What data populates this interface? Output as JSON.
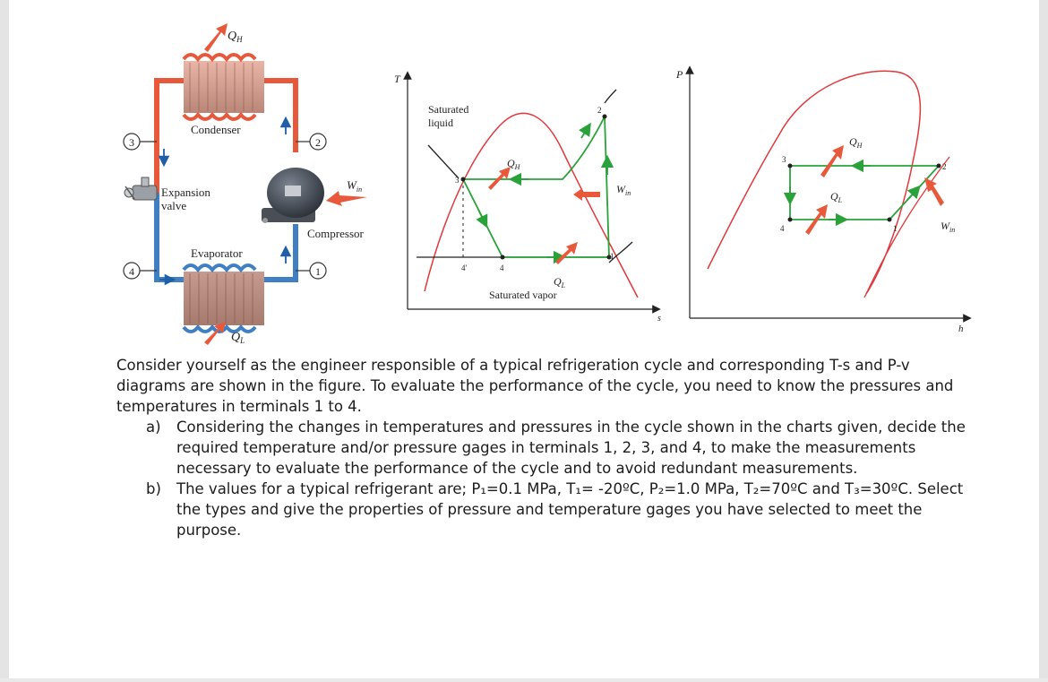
{
  "figure": {
    "cycle": {
      "qh": "Q",
      "qh_sub": "H",
      "ql": "Q",
      "ql_sub": "L",
      "win": "W",
      "win_sub": "in",
      "condenser": "Condenser",
      "expansion_line1": "Expansion",
      "expansion_line2": "valve",
      "evaporator": "Evaporator",
      "compressor": "Compressor",
      "state_1": "1",
      "state_2": "2",
      "state_3": "3",
      "state_4": "4",
      "colors": {
        "hot_pipe": "#e8593c",
        "cold_pipe": "#3f7fc2",
        "arrow": "#e8593c",
        "state_arrow": "#1f5fa8"
      }
    },
    "ts_diagram": {
      "y_axis": "T",
      "x_axis": "s",
      "sat_liquid_line1": "Saturated",
      "sat_liquid_line2": "liquid",
      "sat_vapor": "Saturated vapor",
      "qh": "Q",
      "qh_sub": "H",
      "ql": "Q",
      "ql_sub": "L",
      "win": "W",
      "win_sub": "in",
      "label_1": "1",
      "label_2": "2",
      "label_3": "3",
      "label_4": "4",
      "label_4p": "4'",
      "colors": {
        "dome": "#e0383c",
        "cycle": "#2aa23a",
        "arrow": "#e8593c"
      }
    },
    "ph_diagram": {
      "y_axis": "P",
      "x_axis": "h",
      "qh": "Q",
      "qh_sub": "H",
      "ql": "Q",
      "ql_sub": "L",
      "win": "W",
      "win_sub": "in",
      "label_1": "1",
      "label_2": "2",
      "label_3": "3",
      "label_4": "4"
    }
  },
  "question": {
    "intro": "Consider yourself as the engineer responsible of a typical refrigeration cycle and corresponding T-s and P-v diagrams are shown in the figure. To evaluate the performance of the cycle, you need to know the pressures and temperatures in terminals 1 to 4.",
    "parts": [
      {
        "marker": "a)",
        "text": "Considering the changes in temperatures and pressures in the cycle shown in the charts given, decide the required temperature and/or pressure gages in terminals 1, 2, 3, and 4, to make the measurements necessary to evaluate the performance of the cycle and to avoid redundant measurements."
      },
      {
        "marker": "b)",
        "text": "The values for a typical refrigerant are; P₁=0.1 MPa, T₁= -20ºC, P₂=1.0 MPa, T₂=70ºC and T₃=30ºC. Select the types and give the properties of pressure and temperature gages you have selected to meet the purpose."
      }
    ]
  }
}
